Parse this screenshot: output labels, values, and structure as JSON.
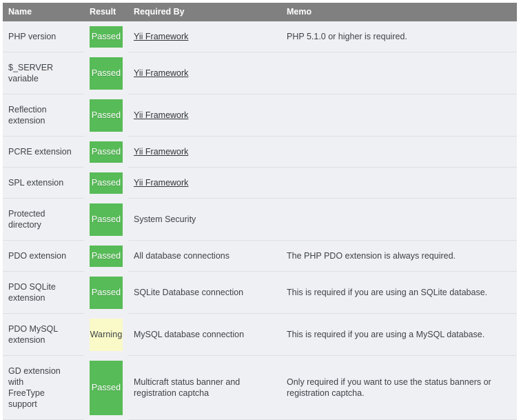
{
  "table": {
    "columns": [
      {
        "key": "name",
        "label": "Name"
      },
      {
        "key": "result",
        "label": "Result"
      },
      {
        "key": "required",
        "label": "Required By"
      },
      {
        "key": "memo",
        "label": "Memo"
      }
    ],
    "colors": {
      "header_bg": "#808080",
      "header_text": "#ffffff",
      "row_bg": "#eff0f3",
      "row_border": "#dcdfe3",
      "passed_bg": "#57bb57",
      "passed_text": "#ffffff",
      "warning_bg": "#fafac8",
      "warning_text": "#3d4247",
      "link_text": "#2f3438",
      "page_bg": "#ffffff"
    },
    "rows": [
      {
        "name": "PHP version",
        "result": "Passed",
        "status": "passed",
        "required": "Yii Framework",
        "required_is_link": true,
        "memo": "PHP 5.1.0 or higher is required."
      },
      {
        "name": "$_SERVER\nvariable",
        "result": "Passed",
        "status": "passed",
        "required": "Yii Framework",
        "required_is_link": true,
        "memo": ""
      },
      {
        "name": "Reflection\nextension",
        "result": "Passed",
        "status": "passed",
        "required": "Yii Framework",
        "required_is_link": true,
        "memo": ""
      },
      {
        "name": "PCRE extension",
        "result": "Passed",
        "status": "passed",
        "required": "Yii Framework",
        "required_is_link": true,
        "memo": ""
      },
      {
        "name": "SPL extension",
        "result": "Passed",
        "status": "passed",
        "required": "Yii Framework",
        "required_is_link": true,
        "memo": ""
      },
      {
        "name": "Protected\ndirectory",
        "result": "Passed",
        "status": "passed",
        "required": "System Security",
        "required_is_link": false,
        "memo": ""
      },
      {
        "name": "PDO extension",
        "result": "Passed",
        "status": "passed",
        "required": "All database connections",
        "required_is_link": false,
        "memo": "The PHP PDO extension is always required."
      },
      {
        "name": "PDO SQLite\nextension",
        "result": "Passed",
        "status": "passed",
        "required": "SQLite Database connection",
        "required_is_link": false,
        "memo": "This is required if you are using an SQLite database."
      },
      {
        "name": "PDO MySQL\nextension",
        "result": "Warning",
        "status": "warning",
        "required": "MySQL database connection",
        "required_is_link": false,
        "memo": "This is required if you are using a MySQL database."
      },
      {
        "name": "GD extension\nwith\nFreeType\nsupport",
        "result": "Passed",
        "status": "passed",
        "required": "Multicraft status banner and registration captcha",
        "required_is_link": false,
        "memo": "Only required if you want to use the status banners or registration captcha."
      }
    ]
  }
}
